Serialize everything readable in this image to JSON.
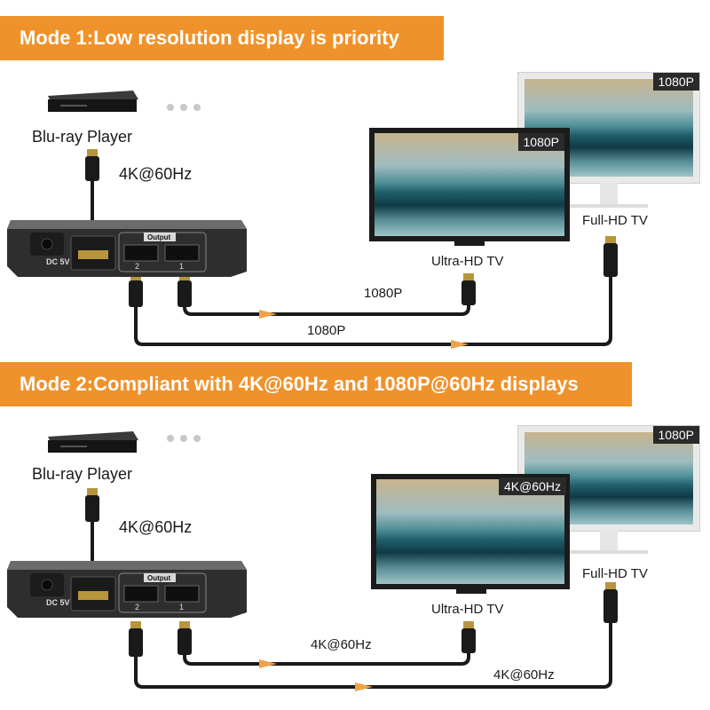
{
  "mode1": {
    "title": "Mode 1:Low resolution display is priority",
    "source_label": "Blu-ray Player",
    "input_signal": "4K@60Hz",
    "tv_label": "Ultra-HD TV",
    "tv_resolution": "1080P",
    "monitor_label": "Full-HD TV",
    "monitor_resolution": "1080P",
    "output1_signal": "1080P",
    "output2_signal": "1080P"
  },
  "mode2": {
    "title": "Mode 2:Compliant with 4K@60Hz and 1080P@60Hz displays",
    "source_label": "Blu-ray Player",
    "input_signal": "4K@60Hz",
    "tv_label": "Ultra-HD TV",
    "tv_resolution": "4K@60Hz",
    "monitor_label": "Full-HD TV",
    "monitor_resolution": "1080P",
    "output1_signal": "4K@60Hz",
    "output2_signal": "4K@60Hz"
  },
  "device": {
    "power_label": "DC 5V",
    "output_label": "Output",
    "port1": "1",
    "port2": "2"
  },
  "colors": {
    "banner": "#f0922b",
    "cable": "#1a1a1a",
    "arrow": "#f0a24a"
  },
  "icons": [
    "blu-ray-player-icon",
    "hdmi-plug-icon",
    "splitter-icon",
    "tv-icon",
    "monitor-icon",
    "arrow-right-icon",
    "ellipsis-icon"
  ]
}
